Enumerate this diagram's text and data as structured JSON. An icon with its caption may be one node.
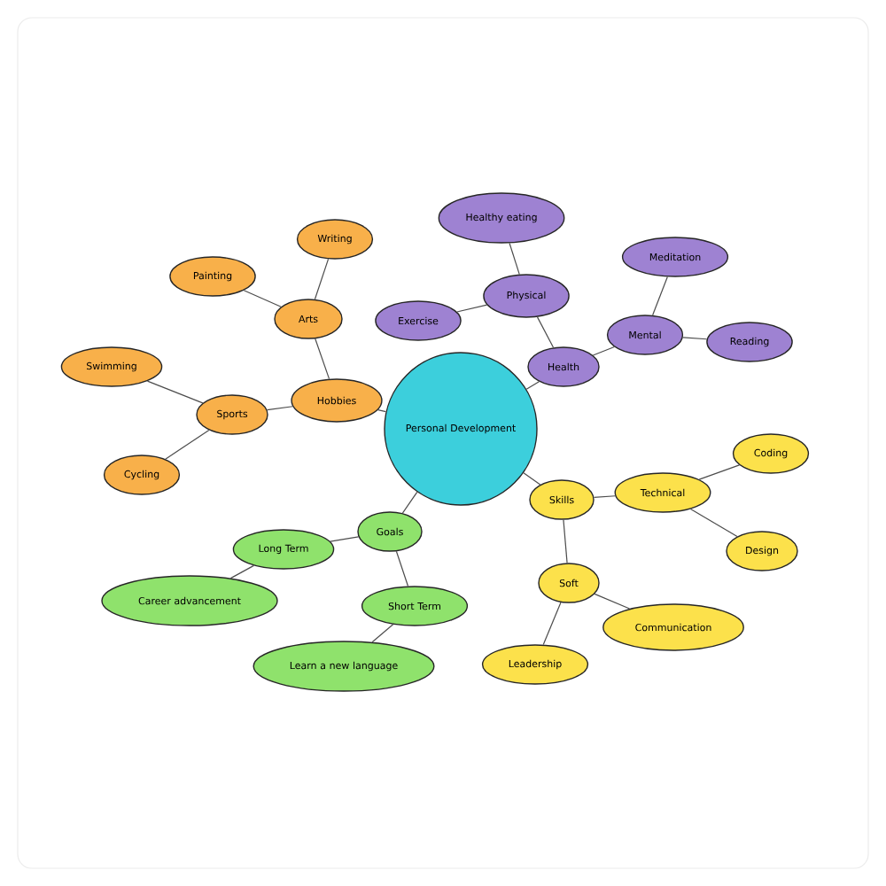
{
  "diagram": {
    "nodes": [
      {
        "text": [
          "Personal Development"
        ]
      },
      {
        "text": [
          "Hobbies"
        ]
      },
      {
        "text": [
          "Arts"
        ]
      },
      {
        "text": [
          "Writing"
        ]
      },
      {
        "text": [
          "Painting"
        ]
      },
      {
        "text": [
          "Sports"
        ]
      },
      {
        "text": [
          "Swimming"
        ]
      },
      {
        "text": [
          "Cycling"
        ]
      },
      {
        "text": [
          "Health"
        ]
      },
      {
        "text": [
          "Physical"
        ]
      },
      {
        "text": [
          "Healthy eating"
        ]
      },
      {
        "text": [
          "Exercise"
        ]
      },
      {
        "text": [
          "Mental"
        ]
      },
      {
        "text": [
          "Meditation"
        ]
      },
      {
        "text": [
          "Reading"
        ]
      },
      {
        "text": [
          "Skills"
        ]
      },
      {
        "text": [
          "Technical"
        ]
      },
      {
        "text": [
          "Coding"
        ]
      },
      {
        "text": [
          "Design"
        ]
      },
      {
        "text": [
          "Soft"
        ]
      },
      {
        "text": [
          "Communication"
        ]
      },
      {
        "text": [
          "Leadership"
        ]
      },
      {
        "text": [
          "Goals"
        ]
      },
      {
        "text": [
          "Long Term"
        ]
      },
      {
        "text": [
          "Career advancement"
        ]
      },
      {
        "text": [
          "Short Term"
        ]
      },
      {
        "text": [
          "Learn a new language"
        ]
      }
    ],
    "edges": [
      {
        "from": 0,
        "to": 1,
        "arrow": "none"
      },
      {
        "from": 1,
        "to": 2,
        "arrow": "none"
      },
      {
        "from": 2,
        "to": 3,
        "arrow": "none"
      },
      {
        "from": 2,
        "to": 4,
        "arrow": "none"
      },
      {
        "from": 1,
        "to": 5,
        "arrow": "none"
      },
      {
        "from": 5,
        "to": 6,
        "arrow": "none"
      },
      {
        "from": 5,
        "to": 7,
        "arrow": "none"
      },
      {
        "from": 0,
        "to": 8,
        "arrow": "none"
      },
      {
        "from": 8,
        "to": 9,
        "arrow": "none"
      },
      {
        "from": 9,
        "to": 10,
        "arrow": "none"
      },
      {
        "from": 9,
        "to": 11,
        "arrow": "none"
      },
      {
        "from": 8,
        "to": 12,
        "arrow": "none"
      },
      {
        "from": 12,
        "to": 13,
        "arrow": "none"
      },
      {
        "from": 12,
        "to": 14,
        "arrow": "none"
      },
      {
        "from": 0,
        "to": 15,
        "arrow": "none"
      },
      {
        "from": 15,
        "to": 16,
        "arrow": "none"
      },
      {
        "from": 16,
        "to": 17,
        "arrow": "none"
      },
      {
        "from": 16,
        "to": 18,
        "arrow": "none"
      },
      {
        "from": 15,
        "to": 19,
        "arrow": "none"
      },
      {
        "from": 19,
        "to": 20,
        "arrow": "none"
      },
      {
        "from": 19,
        "to": 21,
        "arrow": "none"
      },
      {
        "from": 0,
        "to": 22,
        "arrow": "none"
      },
      {
        "from": 22,
        "to": 23,
        "arrow": "none"
      },
      {
        "from": 23,
        "to": 24,
        "arrow": "none"
      },
      {
        "from": 22,
        "to": 25,
        "arrow": "none"
      },
      {
        "from": 25,
        "to": 26,
        "arrow": "none"
      }
    ]
  }
}
